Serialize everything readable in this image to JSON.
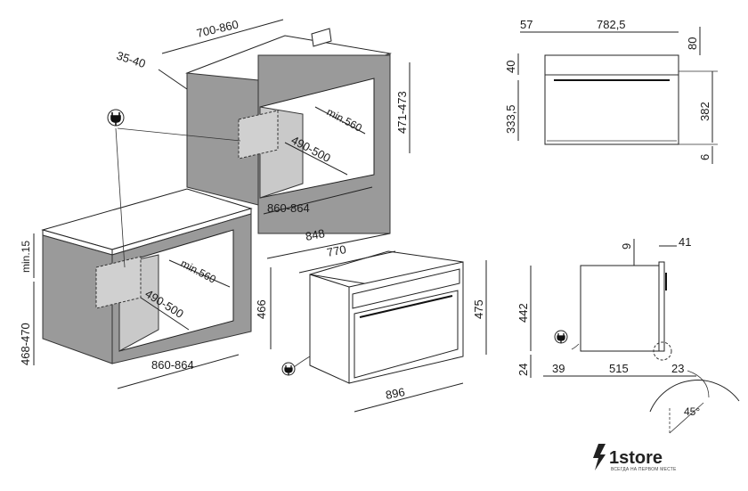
{
  "labels": {
    "d_700_860": "700-860",
    "d_35_40": "35-40",
    "d_471_473": "471-473",
    "d_min560_top": "min.560",
    "d_490_500_top": "490-500",
    "d_860_864_top": "860-864",
    "d_min15": "min.15",
    "d_468_470": "468-470",
    "d_min560_bot": "min.560",
    "d_490_500_bot": "490-500",
    "d_860_864_bot": "860-864",
    "d_848": "848",
    "d_770": "770",
    "d_466": "466",
    "d_475": "475",
    "d_896": "896",
    "d_57": "57",
    "d_782_5": "782,5",
    "d_80": "80",
    "d_40": "40",
    "d_333_5": "333,5",
    "d_382": "382",
    "d_6": "6",
    "d_9": "9",
    "d_41": "41",
    "d_442": "442",
    "d_24": "24",
    "d_39": "39",
    "d_515": "515",
    "d_23": "23",
    "d_45deg": "45°"
  },
  "logo": {
    "name": "1store",
    "tagline": "ВСЕГДА НА ПЕРВОМ МЕСТЕ"
  },
  "icons": [
    "plug-icon",
    "logo-bolt-icon"
  ]
}
